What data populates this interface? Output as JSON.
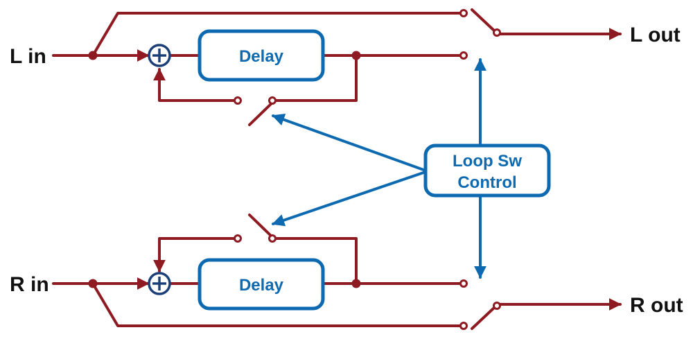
{
  "labels": {
    "l_in": "L in",
    "r_in": "R in",
    "l_out": "L out",
    "r_out": "R out",
    "delay_top": "Delay",
    "delay_bottom": "Delay",
    "control_line1": "Loop Sw",
    "control_line2": "Control"
  },
  "colors": {
    "signal": "#8e1b22",
    "control": "#0d6ab0",
    "adder": "#1b3f78",
    "text": "#111111"
  }
}
